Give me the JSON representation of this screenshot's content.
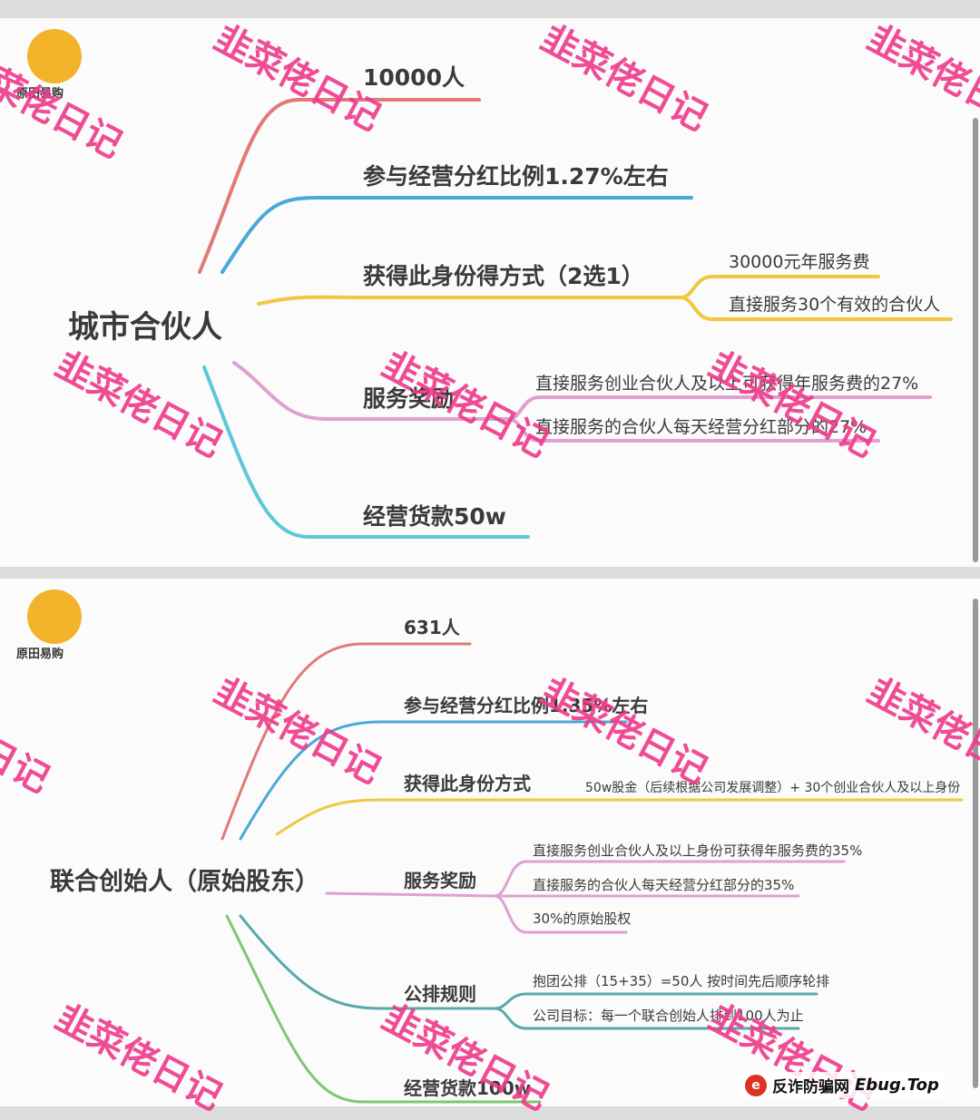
{
  "top": {
    "brand": "原田易购",
    "root": "城市合伙人",
    "branches": [
      "10000人",
      "参与经营分红比例1.27%左右",
      "获得此身份得方式（2选1）",
      "服务奖励",
      "经营货款50w"
    ],
    "method_sub": [
      "30000元年服务费",
      "直接服务30个有效的合伙人"
    ],
    "reward_sub": [
      "直接服务创业合伙人及以上可获得年服务费的27%",
      "直接服务的合伙人每天经营分红部分的27%"
    ]
  },
  "bottom": {
    "brand": "原田易购",
    "root": "联合创始人（原始股东）",
    "branches": [
      "631人",
      "参与经营分红比例1.35%左右",
      "获得此身份方式",
      "服务奖励",
      "公排规则",
      "经营货款100w"
    ],
    "method_sub": "50w股金（后续根据公司发展调整）+ 30个创业合伙人及以上身份",
    "reward_sub": [
      "直接服务创业合伙人及以上身份可获得年服务费的35%",
      "直接服务的合伙人每天经营分红部分的35%",
      "30%的原始股权"
    ],
    "rule_sub": [
      "抱团公排（15+35）=50人 按时间先后顺序轮排",
      "公司目标：每一个联合创始人排到100人为止"
    ]
  },
  "watermark": "韭菜佬日记",
  "footer": {
    "site": "反诈防骗网",
    "domain": "Ebug.Top"
  },
  "colors": {
    "red": "#e07a78",
    "blue": "#4aa8d8",
    "yellow": "#f0c840",
    "pink": "#e0a0d0",
    "cyan": "#5cc8d8",
    "teal": "#5aa8a8",
    "green": "#7cc870",
    "watermark": "#ee3a8c"
  }
}
